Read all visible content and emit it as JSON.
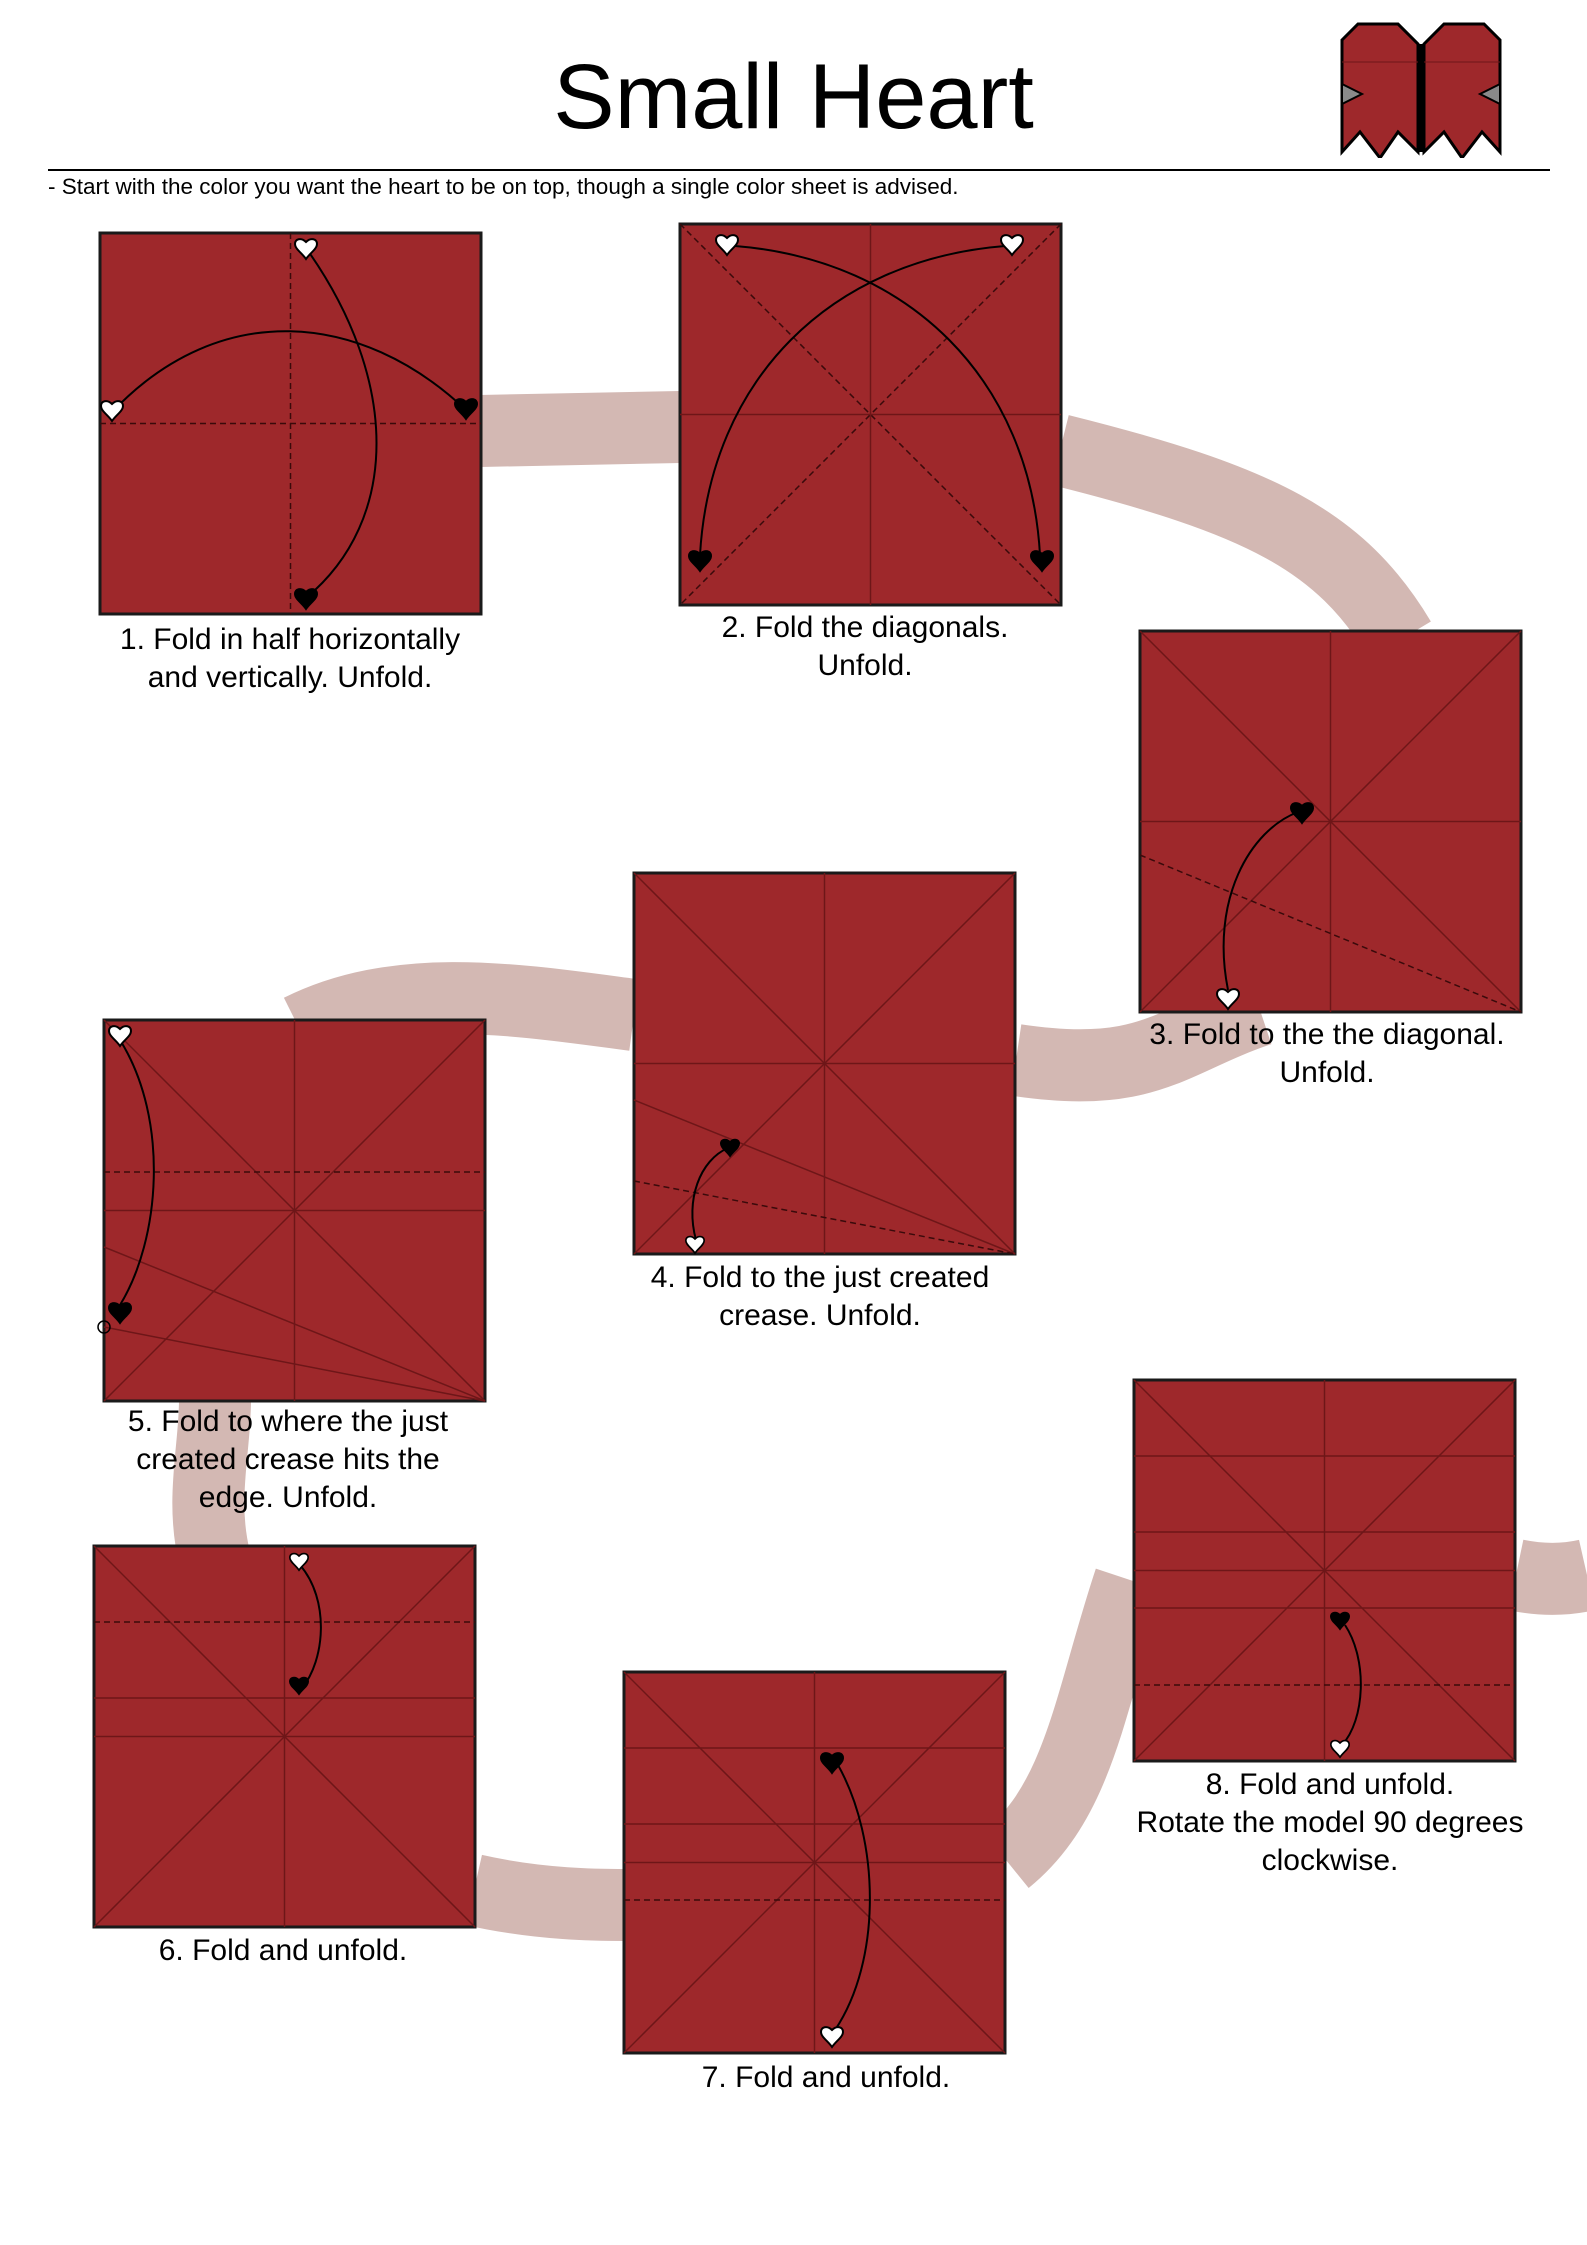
{
  "document": {
    "title": "Small Heart",
    "intro_note": "- Start with the color you want the heart to be on top, though a single color sheet is advised.",
    "icon": "heart-model-icon"
  },
  "colors": {
    "paper": "#9e282b",
    "crease": "#6e1618",
    "path": "#d3b8b3",
    "arrow_white": "#ffffff",
    "arrow_black": "#000000"
  },
  "steps": [
    {
      "label": "1. Fold in half horizontally",
      "label2": "and vertically. Unfold."
    },
    {
      "label": "2. Fold the diagonals.",
      "label2": "Unfold."
    },
    {
      "label": "3. Fold to the the diagonal.",
      "label2": "Unfold."
    },
    {
      "label": "4. Fold to the just created",
      "label2": "crease. Unfold."
    },
    {
      "label": "5. Fold to where the just",
      "label2": "created crease hits the",
      "label3": "edge. Unfold."
    },
    {
      "label": "6. Fold and unfold."
    },
    {
      "label": "7. Fold and unfold."
    },
    {
      "label": "8. Fold and unfold.",
      "label2": "Rotate the model 90 degrees",
      "label3": "clockwise."
    }
  ]
}
